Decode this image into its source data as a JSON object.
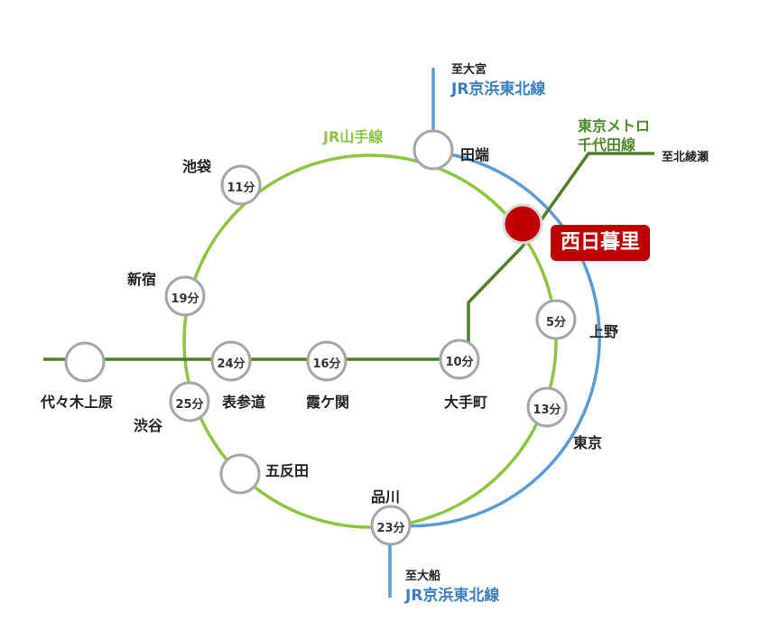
{
  "colors": {
    "yamanote": "#8cc63f",
    "keihin_tohoku": "#5b9bd5",
    "chiyoda": "#4f7f2b",
    "current_station": "#c00000",
    "station_outline": "#a6a6a6"
  },
  "lines": {
    "yamanote": "JR山手線",
    "chiyoda_line1": "東京メトロ",
    "chiyoda_line2": "千代田線",
    "keihin_tohoku_north": "JR京浜東北線",
    "keihin_tohoku_south": "JR京浜東北線"
  },
  "destinations": {
    "north_keihin": "至大宮",
    "south_keihin": "至大船",
    "chiyoda_north": "至北綾瀬"
  },
  "current_station": "西日暮里",
  "stations": {
    "tabata": "田端",
    "ikebukuro": "池袋",
    "shinjuku": "新宿",
    "shibuya": "渋谷",
    "gotanda": "五反田",
    "shinagawa": "品川",
    "tokyo": "東京",
    "ueno": "上野",
    "otemachi": "大手町",
    "kasumigaseki": "霞ケ関",
    "omotesando": "表参道",
    "yoyogi_uehara": "代々木上原"
  },
  "travel_times": {
    "ikebukuro": "11分",
    "shinjuku": "19分",
    "shibuya": "25分",
    "shinagawa": "23分",
    "tokyo": "13分",
    "ueno": "5分",
    "otemachi": "10分",
    "kasumigaseki": "16分",
    "omotesando": "24分"
  }
}
